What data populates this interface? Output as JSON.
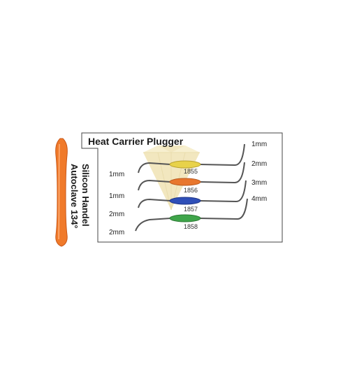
{
  "title": "Heat Carrier Plugger",
  "handle_label_line1": "Silicon Handel",
  "handle_label_line2": "Autoclave 134°",
  "instruments": [
    {
      "code": "1855",
      "left_size": "1mm",
      "right_size": "1mm",
      "color": "#e8d24a"
    },
    {
      "code": "1856",
      "left_size": "1mm",
      "right_size": "2mm",
      "color": "#e8772e"
    },
    {
      "code": "1857",
      "left_size": "2mm",
      "right_size": "3mm",
      "color": "#2f4fb8"
    },
    {
      "code": "1858",
      "left_size": "2mm",
      "right_size": "4mm",
      "color": "#3fa54a"
    }
  ],
  "colors": {
    "handle": "#f07a2a",
    "watermark": "#e8d58c",
    "frame": "#444444",
    "steel": "#555555"
  },
  "icons": {
    "watermark": "diamond-tooth-logo-icon",
    "handle": "silicone-handle-icon"
  }
}
